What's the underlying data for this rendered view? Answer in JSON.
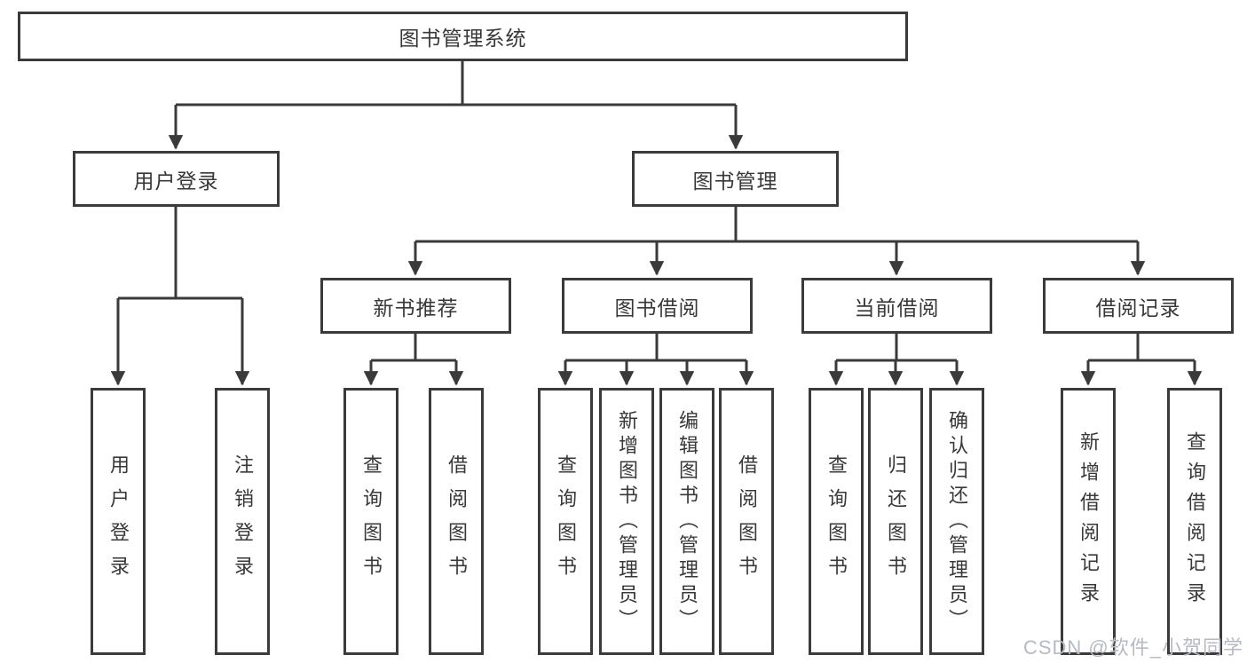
{
  "tree": {
    "root": "图书管理系统",
    "children": [
      {
        "label": "用户登录",
        "children": [
          "用户登录",
          "注销登录"
        ]
      },
      {
        "label": "图书管理",
        "children": [
          {
            "label": "新书推荐",
            "children": [
              "查询图书",
              "借阅图书"
            ]
          },
          {
            "label": "图书借阅",
            "children": [
              "查询图书",
              "新增图书（管理员）",
              "编辑图书（管理员）",
              "借阅图书"
            ]
          },
          {
            "label": "当前借阅",
            "children": [
              "查询图书",
              "归还图书",
              "确认归还（管理员）"
            ]
          },
          {
            "label": "借阅记录",
            "children": [
              "新增借阅记录",
              "查询借阅记录"
            ]
          }
        ]
      }
    ]
  },
  "watermark": "CSDN @软件_小贺同学",
  "colors": {
    "line": "#3a3a3a",
    "border": "#3b3b3b",
    "text": "#383838",
    "watermark": "#b7bac0",
    "background": "#ffffff"
  }
}
